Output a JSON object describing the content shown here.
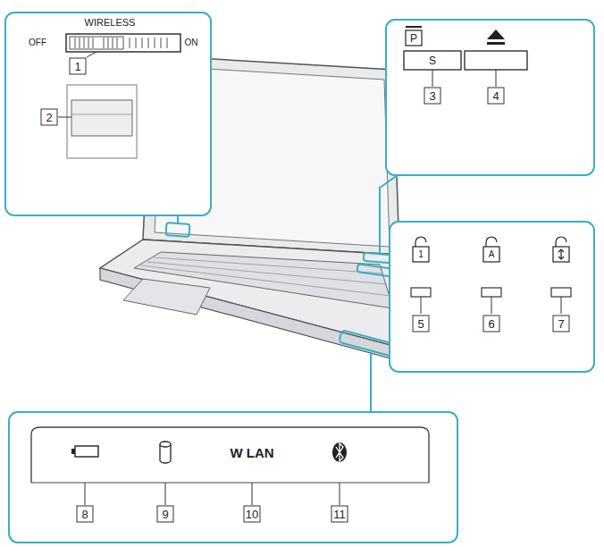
{
  "diagram": {
    "labels": [
      "WIRELESS",
      "OFF",
      "ON",
      "1",
      "2",
      "P",
      "S",
      "3",
      "4",
      "1",
      "A",
      "5",
      "6",
      "7",
      "8",
      "9",
      "W LAN",
      "10",
      "11"
    ]
  }
}
